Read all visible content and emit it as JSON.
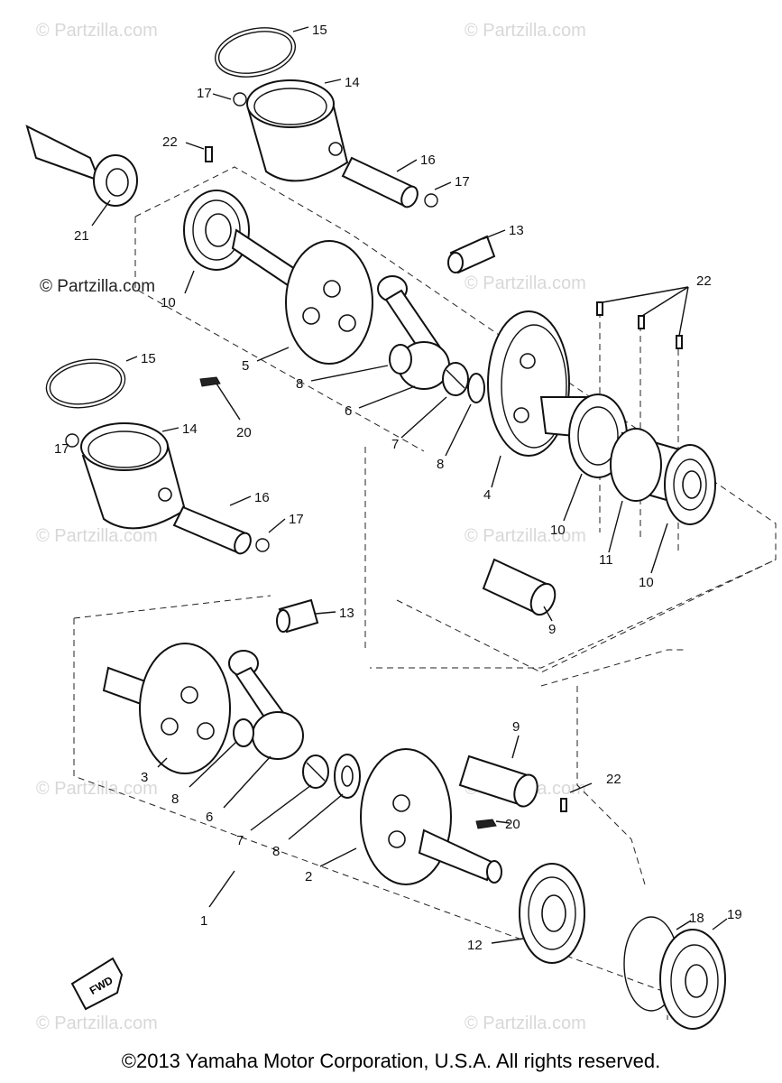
{
  "copyright": "©2013 Yamaha Motor Corporation, U.S.A. All rights reserved.",
  "watermark": "© Partzilla.com",
  "direction_label": "FWD",
  "callouts": [
    "1",
    "2",
    "3",
    "4",
    "5",
    "6",
    "7",
    "8",
    "9",
    "10",
    "11",
    "12",
    "13",
    "14",
    "15",
    "16",
    "17",
    "18",
    "19",
    "20",
    "21",
    "22"
  ]
}
